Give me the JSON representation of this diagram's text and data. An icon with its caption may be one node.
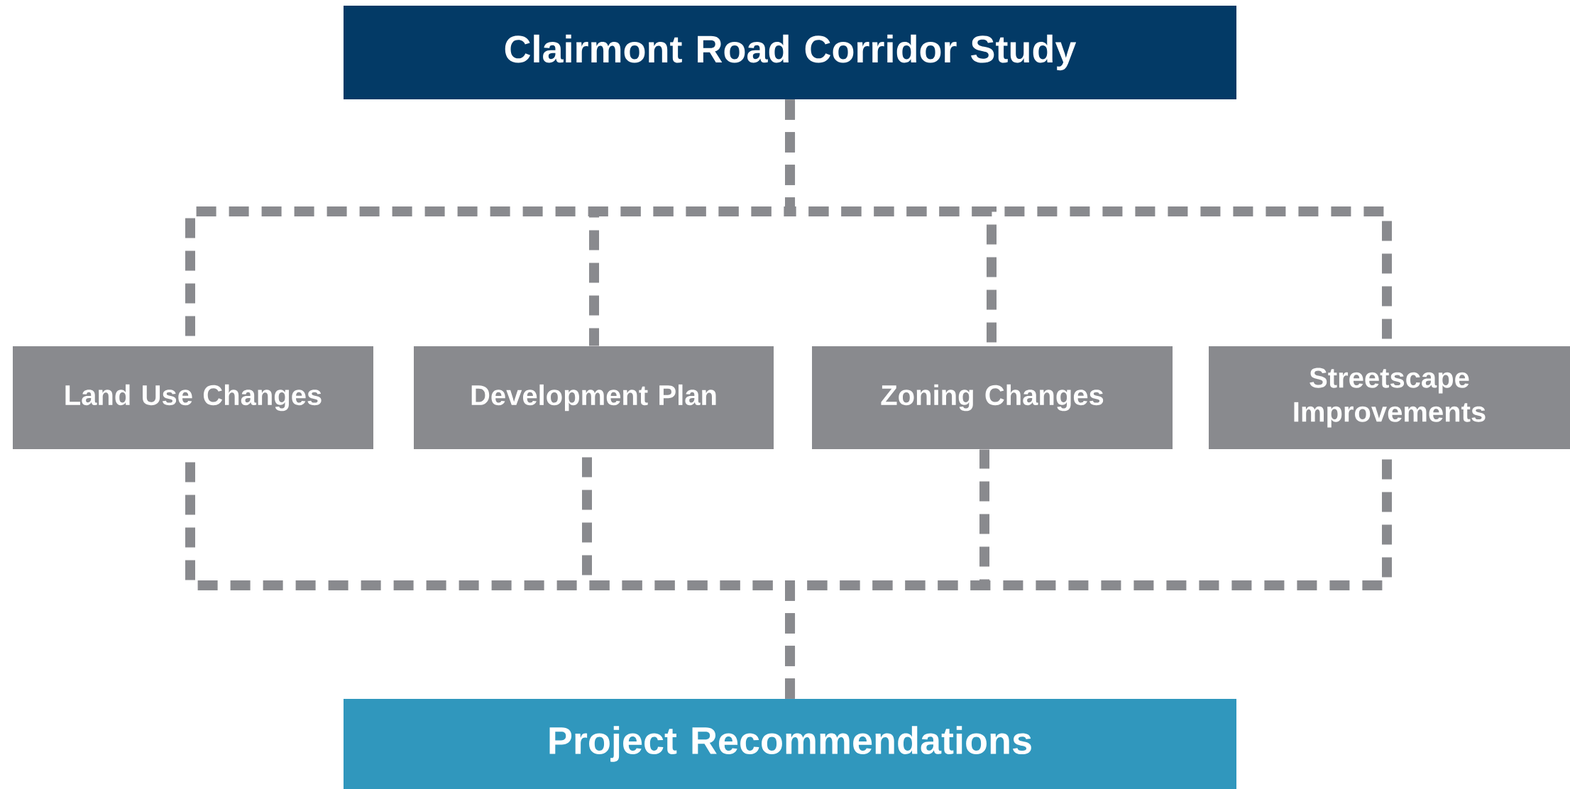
{
  "diagram": {
    "nodes": [
      {
        "text": [
          "Clairmont Road Corridor Study"
        ]
      },
      {
        "text": [
          "Land Use Changes"
        ]
      },
      {
        "text": [
          "Development Plan"
        ]
      },
      {
        "text": [
          "Zoning Changes"
        ]
      },
      {
        "text": [
          "Streetscape Improvements"
        ]
      },
      {
        "text": [
          "Project Recommendations"
        ]
      }
    ],
    "edges": [
      {
        "from": 0,
        "to": 1,
        "arrow": "none",
        "style": "dashed"
      },
      {
        "from": 0,
        "to": 2,
        "arrow": "none",
        "style": "dashed"
      },
      {
        "from": 0,
        "to": 3,
        "arrow": "none",
        "style": "dashed"
      },
      {
        "from": 0,
        "to": 4,
        "arrow": "none",
        "style": "dashed"
      },
      {
        "from": 1,
        "to": 5,
        "arrow": "none",
        "style": "dashed"
      },
      {
        "from": 2,
        "to": 5,
        "arrow": "none",
        "style": "dashed"
      },
      {
        "from": 3,
        "to": 5,
        "arrow": "none",
        "style": "dashed"
      },
      {
        "from": 4,
        "to": 5,
        "arrow": "none",
        "style": "dashed"
      }
    ]
  }
}
